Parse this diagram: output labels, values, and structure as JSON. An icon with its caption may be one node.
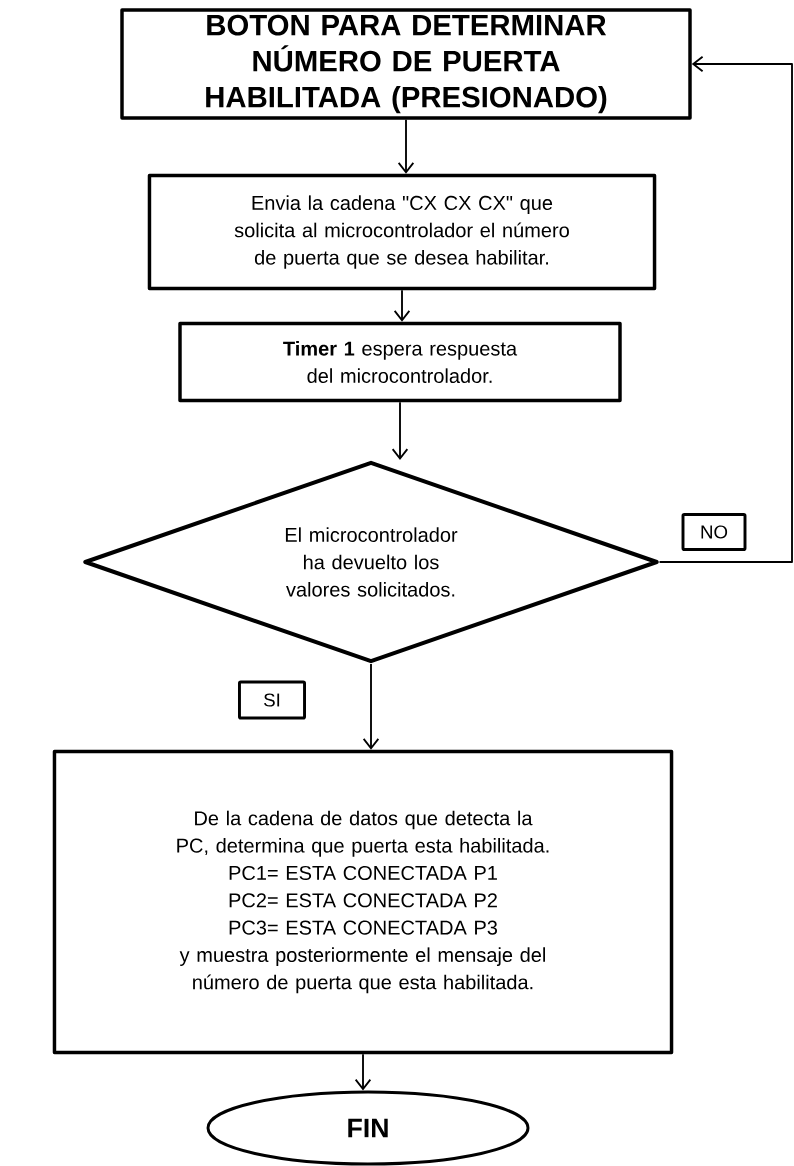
{
  "diagram": {
    "nodes": [
      {
        "text": [
          "BOTON PARA DETERMINAR NÚMERO DE PUERTA HABILITADA (PRESIONADO)"
        ]
      },
      {
        "text": [
          "Envia la cadena \"CX CX CX\"  que solicita al microcontrolador el número de puerta que se desea habilitar."
        ]
      },
      {
        "text": [
          "**Timer 1** espera respuesta del microcontrolador."
        ]
      },
      {
        "text": [
          "El microcontrolador ha devuelto los valores solicitados."
        ]
      },
      {
        "text": [
          "NO"
        ]
      },
      {
        "text": [
          "SI"
        ]
      },
      {
        "text": [
          "De la cadena de datos que detecta la PC, determina que puerta esta habilitada.",
          "PC1= ESTA CONECTADA P1",
          "PC2= ESTA CONECTADA P2",
          "PC3= ESTA CONECTADA P3",
          "y muestra posteriormente  el mensaje del número de puerta que esta habilitada."
        ]
      },
      {
        "text": [
          "FIN"
        ]
      }
    ],
    "edges": [
      {
        "from": 0,
        "to": 1,
        "arrow": "to"
      },
      {
        "from": 1,
        "to": 2,
        "arrow": "to"
      },
      {
        "from": 2,
        "to": 3,
        "arrow": "to"
      },
      {
        "from": 3,
        "to": 6,
        "arrow": "to"
      },
      {
        "from": 6,
        "to": 7,
        "arrow": "to"
      },
      {
        "from": 3,
        "to": 0,
        "arrow": "to"
      }
    ]
  }
}
